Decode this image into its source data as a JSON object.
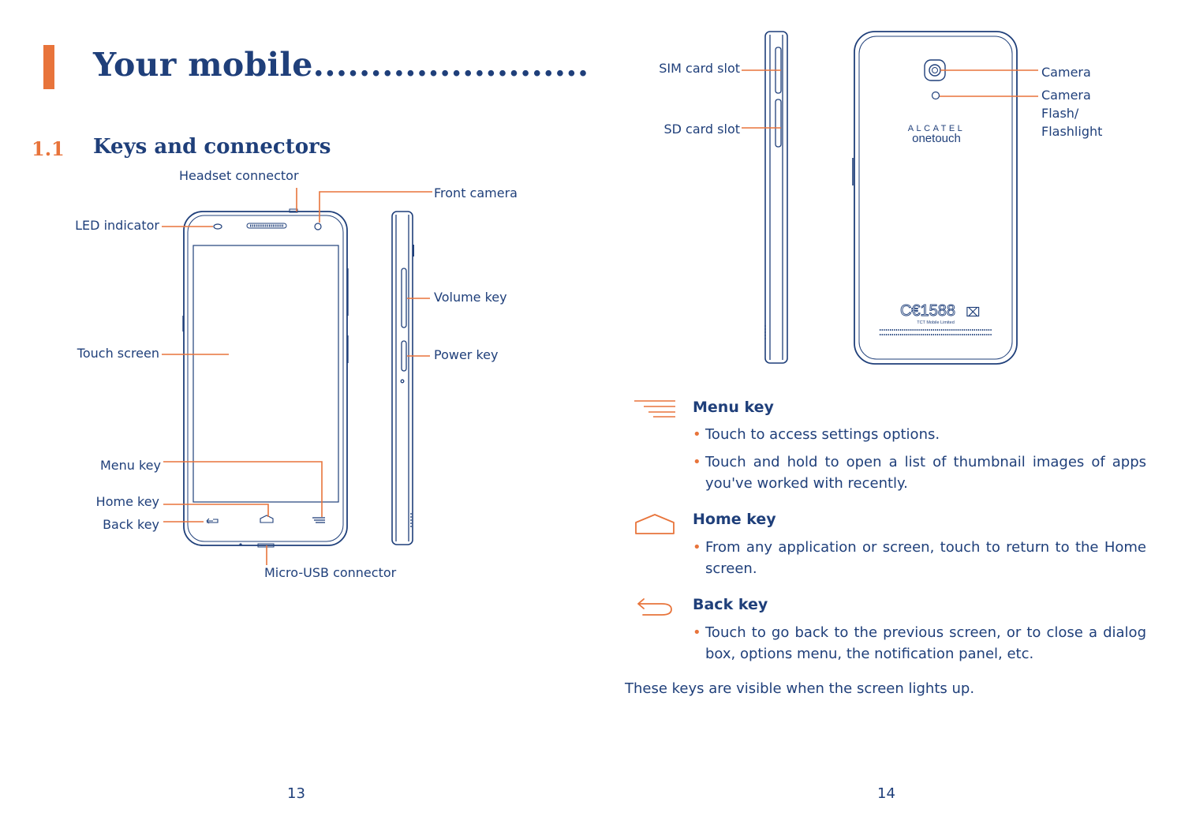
{
  "header": {
    "chapter_title": "Your mobile",
    "title_dots": "........................",
    "section_number": "1.1",
    "section_title": "Keys and connectors"
  },
  "front_labels": {
    "headset_connector": "Headset connector",
    "front_camera": "Front camera",
    "led_indicator": "LED indicator",
    "volume_key": "Volume key",
    "touch_screen": "Touch screen",
    "power_key": "Power key",
    "menu_key": "Menu key",
    "home_key": "Home key",
    "back_key": "Back key",
    "micro_usb": "Micro-USB connector"
  },
  "back_labels": {
    "sim_card_slot": "SIM card slot",
    "sd_card_slot": "SD card slot",
    "camera": "Camera",
    "camera_flash_1": "Camera",
    "camera_flash_2": "Flash/",
    "camera_flash_3": "Flashlight",
    "brand_1": "ALCATEL",
    "brand_2": "onetouch",
    "cert": "C€1588",
    "maker": "TCT Mobile Limited"
  },
  "keys": {
    "menu": {
      "title": "Menu key",
      "bullets": [
        "Touch to access settings options.",
        "Touch and hold to open a list of thumbnail images of apps you've worked with recently."
      ]
    },
    "home": {
      "title": "Home key",
      "bullets": [
        "From any application or screen, touch to return to the Home screen."
      ]
    },
    "back": {
      "title": "Back key",
      "bullets": [
        "Touch to go back to the previous screen, or to close a dialog box, options menu, the notification panel, etc."
      ]
    }
  },
  "footer_note": "These keys are visible when the screen lights up.",
  "page_left": "13",
  "page_right": "14",
  "colors": {
    "navy": "#1f3f7a",
    "orange": "#e8743b"
  }
}
